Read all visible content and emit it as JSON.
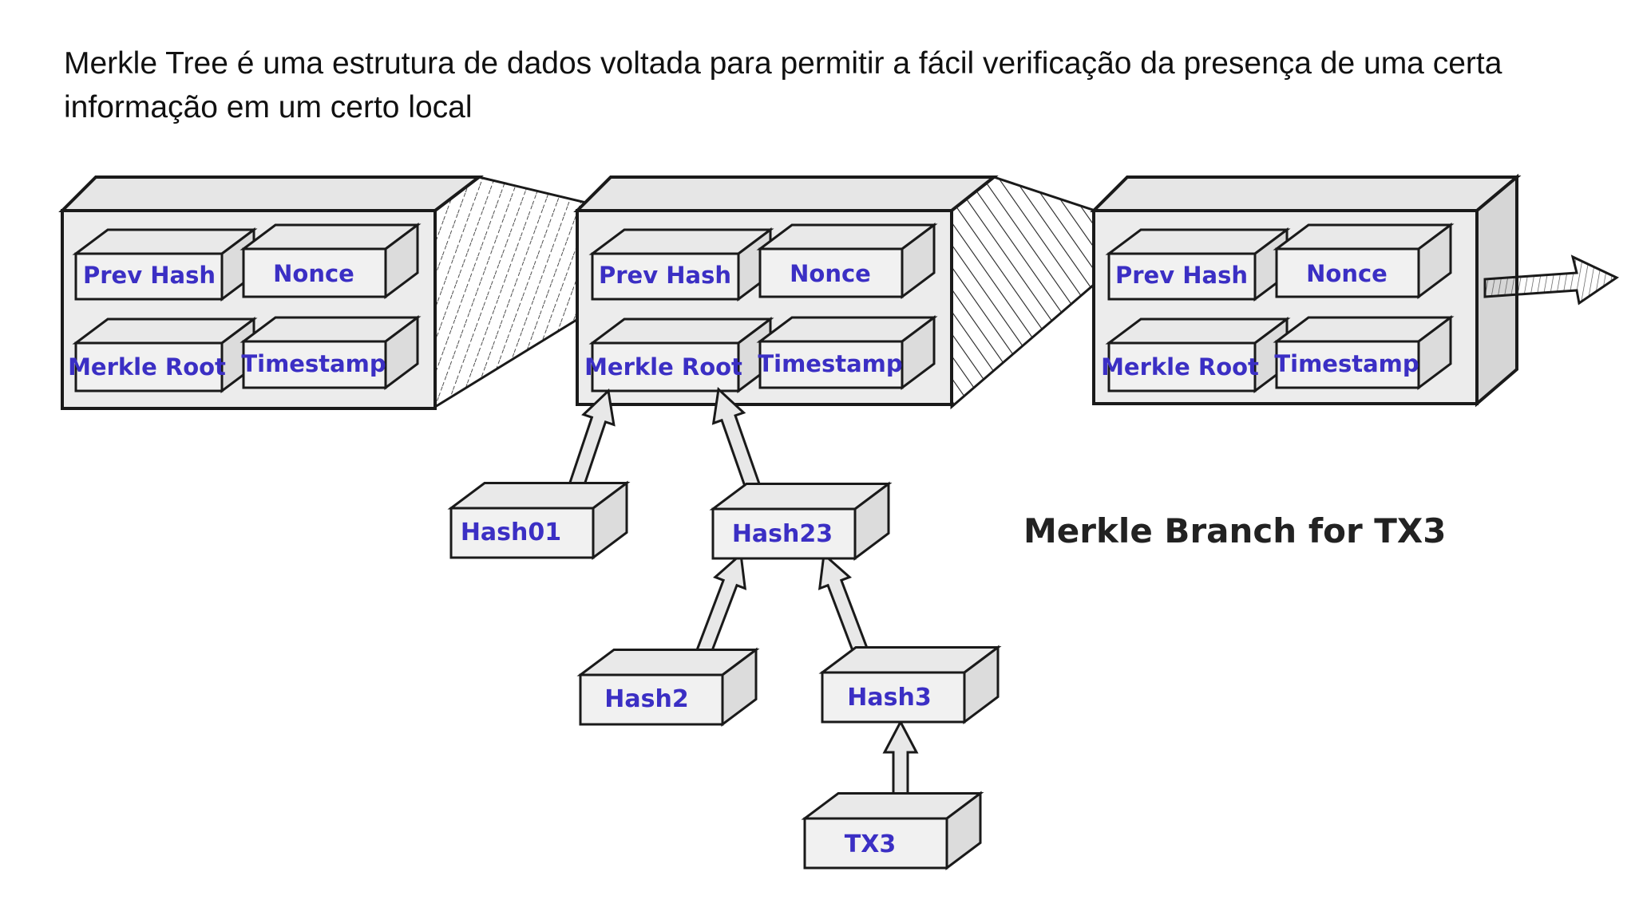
{
  "intro": {
    "text": "Merkle Tree é uma estrutura de dados voltada para permitir a fácil verificação da presença de uma certa informação em um certo local"
  },
  "blocks": [
    {
      "prev_hash": "Prev Hash",
      "nonce": "Nonce",
      "merkle_root": "Merkle Root",
      "timestamp": "Timestamp"
    },
    {
      "prev_hash": "Prev Hash",
      "nonce": "Nonce",
      "merkle_root": "Merkle Root",
      "timestamp": "Timestamp"
    },
    {
      "prev_hash": "Prev Hash",
      "nonce": "Nonce",
      "merkle_root": "Merkle Root",
      "timestamp": "Timestamp"
    }
  ],
  "tree": {
    "hash01": "Hash01",
    "hash23": "Hash23",
    "hash2": "Hash2",
    "hash3": "Hash3",
    "tx3": "TX3"
  },
  "branch_label": "Merkle Branch for TX3",
  "colors": {
    "label": "#3b2fc4",
    "box_front": "#f1f1f1",
    "box_side": "#dcdcdc",
    "outline": "#1a1a1a"
  }
}
